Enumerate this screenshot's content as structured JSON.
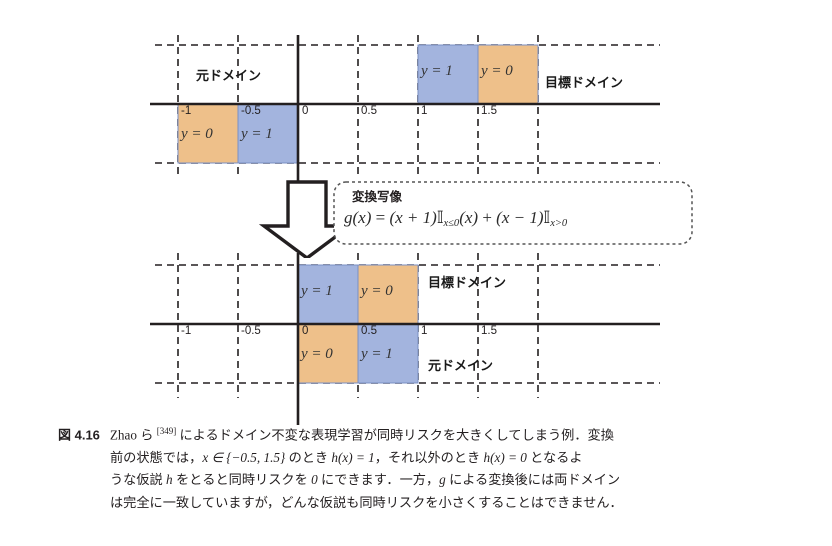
{
  "figure": {
    "top_chart": {
      "source_domain_label": "元ドメイン",
      "target_domain_label": "目標ドメイン",
      "x_ticks": [
        "-1",
        "-0.5",
        "0",
        "0.5",
        "1",
        "1.5"
      ],
      "blocks": [
        {
          "label": "y = 0",
          "color": "#eec08a",
          "position": "below-axis",
          "x_start": "-1"
        },
        {
          "label": "y = 1",
          "color": "#a3b4de",
          "position": "below-axis",
          "x_start": "-0.5"
        },
        {
          "label": "y = 1",
          "color": "#a3b4de",
          "position": "above-axis",
          "x_start": "1"
        },
        {
          "label": "y = 0",
          "color": "#eec08a",
          "position": "above-axis",
          "x_start": "1.5"
        }
      ]
    },
    "transform_box": {
      "title": "変換写像",
      "formula_plain": "g(x) = (x + 1)I_{x<=0}(x) + (x - 1)I_{x>0}",
      "formula_parts": {
        "lhs": "g(x)",
        "equals": "=",
        "term1": "(x + 1)",
        "indicator1_sub": "x≤0",
        "term1_arg": "(x)",
        "plus": "+",
        "term2": "(x − 1)",
        "indicator2_sub": "x>0"
      }
    },
    "bottom_chart": {
      "source_domain_label": "元ドメイン",
      "target_domain_label": "目標ドメイン",
      "x_ticks": [
        "-1",
        "-0.5",
        "0",
        "0.5",
        "1",
        "1.5"
      ],
      "blocks": [
        {
          "label": "y = 1",
          "color": "#a3b4de",
          "position": "above-axis",
          "x_start": "0"
        },
        {
          "label": "y = 0",
          "color": "#eec08a",
          "position": "above-axis",
          "x_start": "0.5"
        },
        {
          "label": "y = 0",
          "color": "#eec08a",
          "position": "below-axis",
          "x_start": "0"
        },
        {
          "label": "y = 1",
          "color": "#a3b4de",
          "position": "below-axis",
          "x_start": "0.5"
        }
      ]
    },
    "colors": {
      "blue": "#a3b4de",
      "orange": "#eec08a",
      "axis": "#231f20",
      "grid": "#231f20"
    }
  },
  "caption": {
    "figure_number": "図 4.16",
    "line1_a": "Zhao ら ",
    "line1_ref": "[349]",
    "line1_b": " によるドメイン不変な表現学習が同時リスクを大きくしてしまう例．変換",
    "line2_a": "前の状態では，",
    "line2_math1": "x ∈ {−0.5, 1.5}",
    "line2_b": " のとき ",
    "line2_math2": "h(x) = 1",
    "line2_c": "，それ以外のとき ",
    "line2_math3": "h(x) = 0",
    "line2_d": " となるよ",
    "line3_a": "うな仮説 ",
    "line3_math1": "h",
    "line3_b": " をとると同時リスクを ",
    "line3_math2": "0",
    "line3_c": " にできます．一方，",
    "line3_math3": "g",
    "line3_d": " による変換後には両ドメイン",
    "line4": "は完全に一致していますが，どんな仮説も同時リスクを小さくすることはできません．"
  }
}
